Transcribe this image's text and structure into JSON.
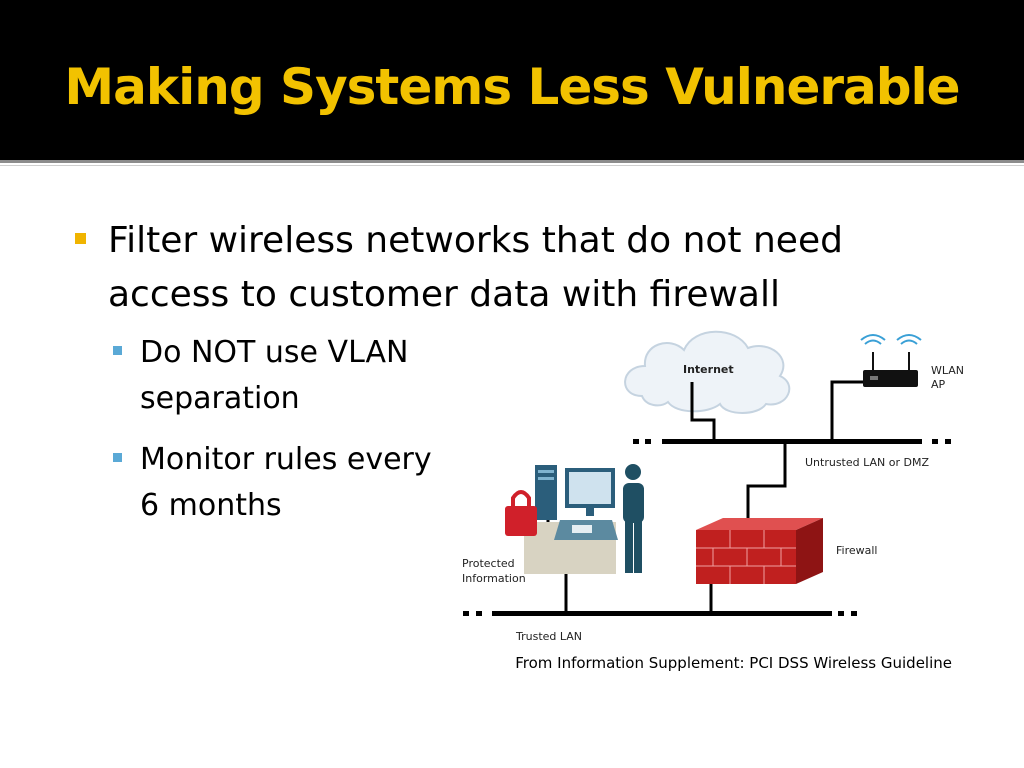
{
  "slide": {
    "title": "Making Systems Less Vulnerable",
    "bullet": "Filter wireless networks that do not need access to customer data with firewall",
    "sub_bullets": [
      "Do NOT use VLAN separation",
      "Monitor rules every 6 months"
    ],
    "source": "From Information Supplement: PCI DSS Wireless Guideline"
  },
  "diagram": {
    "internet": "Internet",
    "wlan_ap": [
      "WLAN",
      "AP"
    ],
    "untrusted": "Untrusted LAN or DMZ",
    "firewall": "Firewall",
    "protected": [
      "Protected",
      "Information"
    ],
    "trusted": "Trusted LAN"
  },
  "colors": {
    "title": "#f2c200",
    "bullet_marker": "#f0b400",
    "sub_bullet_marker": "#5aa9d6",
    "firewall_red": "#c0201f",
    "lock_red": "#d0202a",
    "person_teal": "#1f4f63"
  }
}
